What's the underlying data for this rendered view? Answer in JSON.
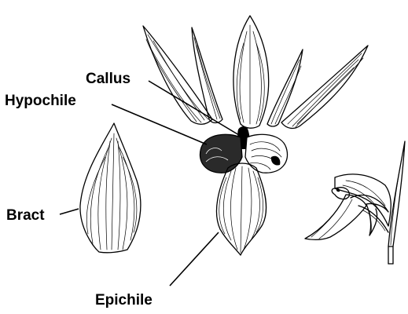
{
  "labels": {
    "callus": "Callus",
    "hypochile": "Hypochile",
    "bract": "Bract",
    "epichile": "Epichile"
  },
  "colors": {
    "ink": "#000000",
    "background": "#ffffff"
  }
}
